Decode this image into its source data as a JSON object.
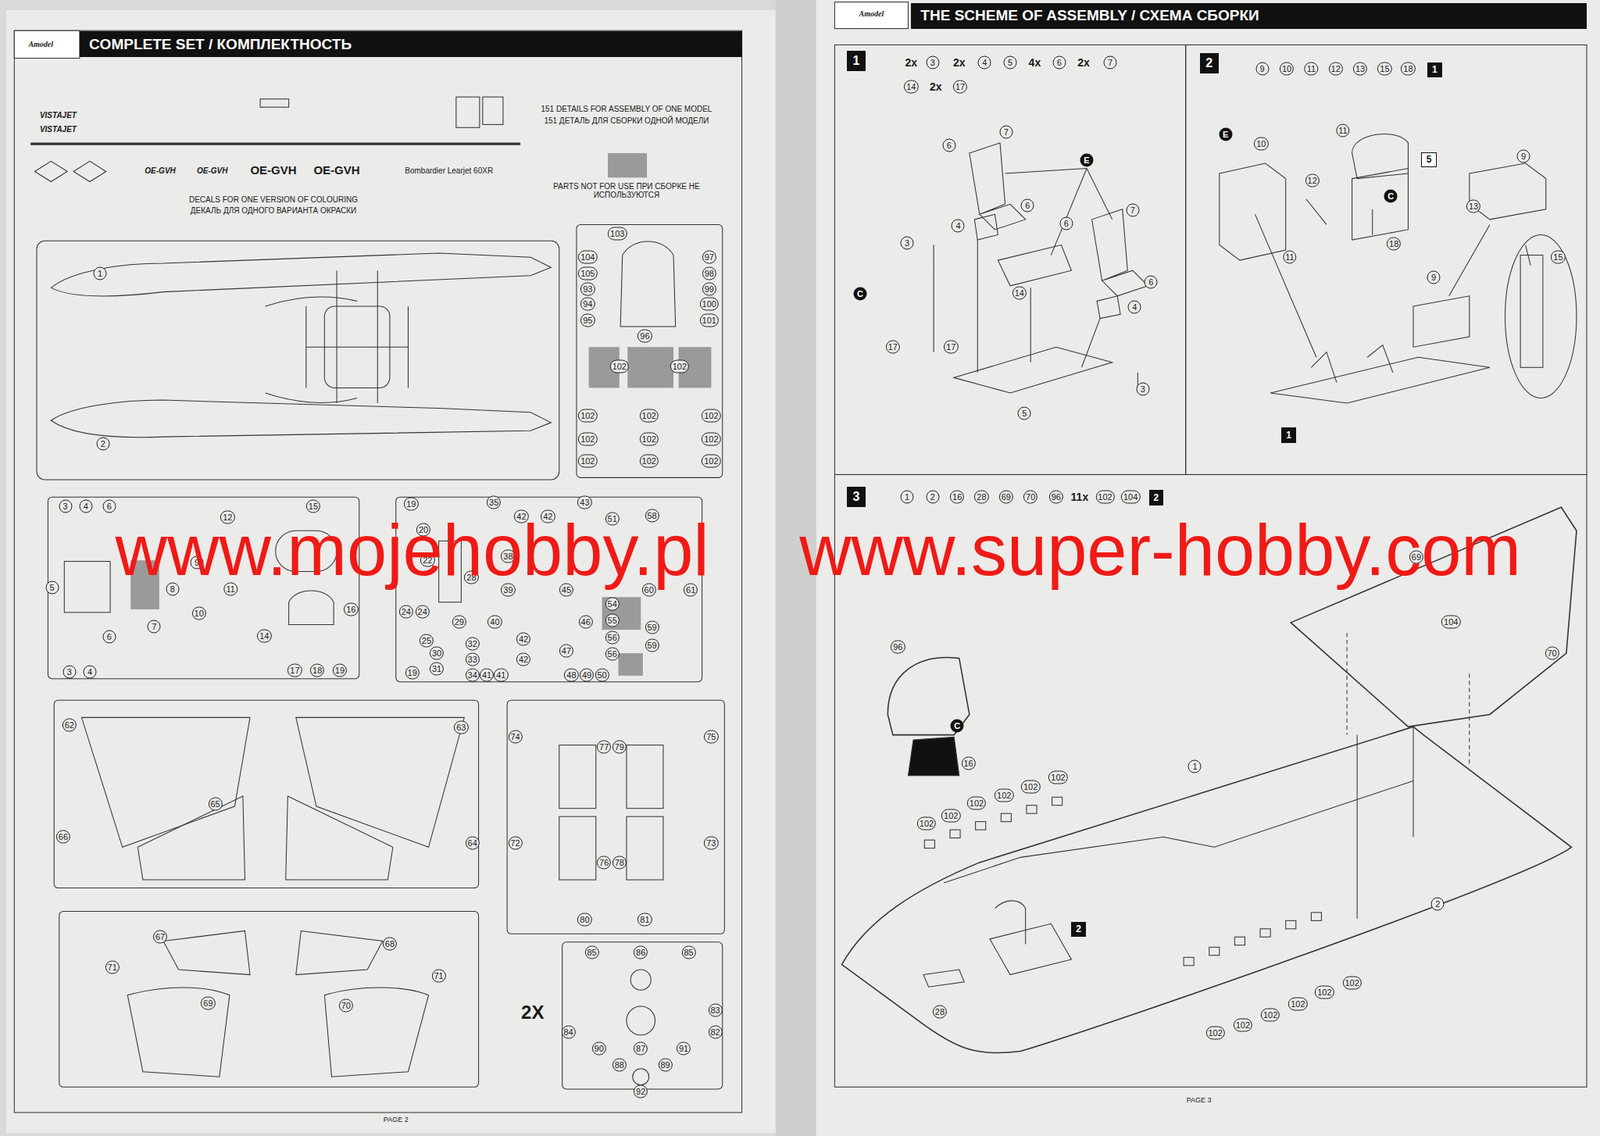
{
  "diagram": {
    "nodes": [
      {
        "text": [
          "COMPLETE SET / КОМПЛЕКТНОСТЬ"
        ]
      },
      {
        "text": [
          "THE SCHEME OF ASSEMBLY / СХЕМА СБОРКИ"
        ]
      },
      {
        "text": [
          "1"
        ]
      },
      {
        "text": [
          "2"
        ]
      },
      {
        "text": [
          "1"
        ]
      },
      {
        "text": [
          "5"
        ]
      },
      {
        "text": [
          "1"
        ]
      },
      {
        "text": [
          "3"
        ]
      },
      {
        "text": [
          "2"
        ]
      },
      {
        "text": [
          "2"
        ]
      }
    ],
    "labels": [
      "Amodel",
      "151 DETAILS FOR ASSEMBLY OF ONE MODEL",
      "151 ДЕТАЛЬ ДЛЯ СБОРКИ ОДНОЙ МОДЕЛИ",
      "VISTAJET",
      "VISTAJET",
      "OE-GVH",
      "OE-GVH",
      "OE-GVH",
      "OE-GVH",
      "Bombardier Learjet 60XR",
      "DECALS FOR ONE VERSION OF COLOURING",
      "ДЕКАЛЬ ДЛЯ ОДНОГО ВАРИАНТА ОКРАСКИ",
      "1",
      "2",
      "103",
      "104",
      "105",
      "93",
      "94",
      "95",
      "97",
      "98",
      "99",
      "100",
      "101",
      "96",
      "102",
      "102",
      "102",
      "102",
      "102",
      "102",
      "102",
      "102",
      "102",
      "102",
      "102",
      "3",
      "4",
      "6",
      "5",
      "12",
      "15",
      "9",
      "8",
      "7",
      "11",
      "10",
      "14",
      "16",
      "3",
      "4",
      "6",
      "17",
      "18",
      "19",
      "19",
      "35",
      "43",
      "20",
      "42",
      "42",
      "51",
      "58",
      "38",
      "22",
      "28",
      "39",
      "45",
      "60",
      "61",
      "24",
      "24",
      "29",
      "40",
      "46",
      "54",
      "55",
      "59",
      "25",
      "32",
      "42",
      "42",
      "47",
      "56",
      "56",
      "59",
      "30",
      "31",
      "33",
      "34",
      "41",
      "41",
      "19",
      "48",
      "49",
      "50",
      "62",
      "63",
      "65",
      "66",
      "64",
      "74",
      "77",
      "79",
      "75",
      "72",
      "73",
      "76",
      "78",
      "80",
      "81",
      "67",
      "68",
      "71",
      "71",
      "69",
      "70",
      "2X",
      "85",
      "86",
      "85",
      "83",
      "84",
      "90",
      "87",
      "91",
      "82",
      "88",
      "89",
      "92",
      "PAGE 2",
      "Amodel",
      "2x",
      "3",
      "2x",
      "4",
      "5",
      "4x",
      "6",
      "2x",
      "7",
      "14",
      "2x",
      "17",
      "6",
      "7",
      "E",
      "6",
      "4",
      "6",
      "7",
      "3",
      "C",
      "14",
      "6",
      "4",
      "17",
      "17",
      "5",
      "3",
      "9",
      "10",
      "11",
      "12",
      "13",
      "15",
      "18",
      "E",
      "10",
      "11",
      "12",
      "C",
      "9",
      "13",
      "11",
      "18",
      "15",
      "9",
      "1",
      "2",
      "16",
      "28",
      "69",
      "70",
      "96",
      "11x",
      "102",
      "104",
      "96",
      "C",
      "16",
      "69",
      "104",
      "70",
      "1",
      "102",
      "102",
      "102",
      "102",
      "102",
      "102",
      "2",
      "28",
      "102",
      "102",
      "102",
      "102",
      "102",
      "102",
      "www.mojehobby.pl",
      "www.super-hobby.com",
      "PAGE 3"
    ],
    "legend": [
      {
        "text": "PARTS NOT FOR USE ПРИ СБОРКЕ НЕ ИСПОЛЬЗУЮТСЯ",
        "color": "#9a9a9a"
      }
    ]
  }
}
